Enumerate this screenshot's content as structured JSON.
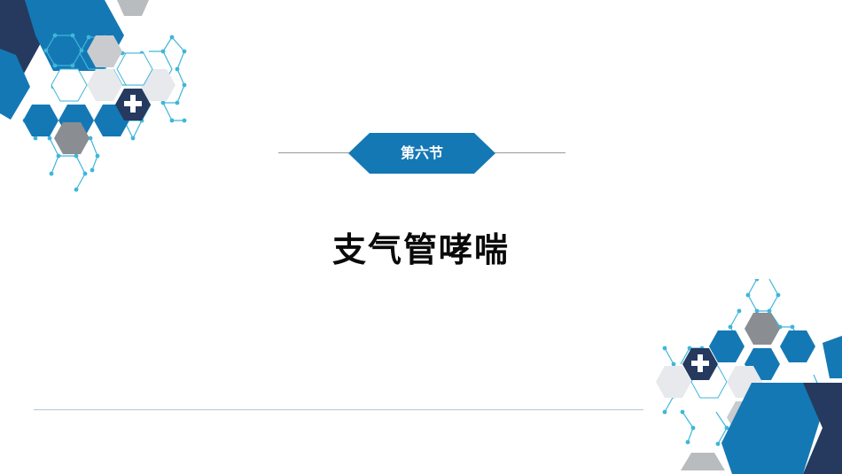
{
  "slide": {
    "section_label": "第六节",
    "title": "支气管哮喘"
  },
  "colors": {
    "accent_blue": "#1478b5",
    "dark_navy": "#253a5e",
    "light_grey": "#e7e9ec",
    "mid_grey": "#8a8d91",
    "pale_grey": "#c9cbce",
    "node_cyan": "#3fb6d9",
    "divider_grey": "#9a9a9a"
  },
  "decorations": {
    "top_left": "hexagon-molecule-cluster",
    "bottom_right": "hexagon-molecule-cluster",
    "icons": [
      "medical-cross-icon",
      "medical-cross-icon"
    ]
  }
}
